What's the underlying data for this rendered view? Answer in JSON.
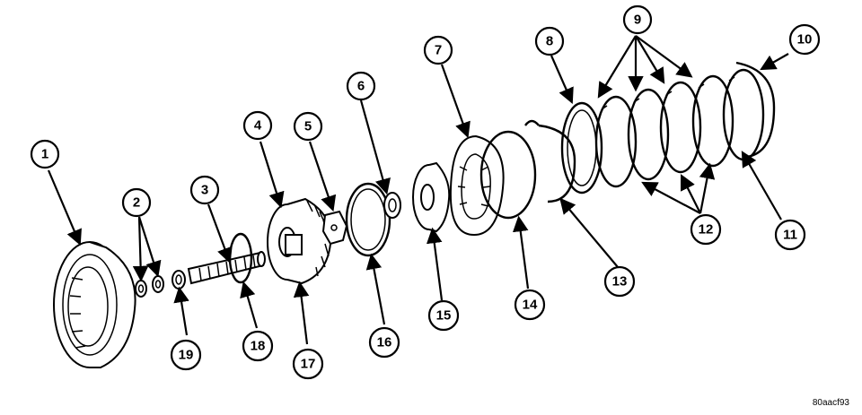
{
  "figure": {
    "reference_code": "80aacf93"
  },
  "callouts": [
    {
      "id": "c1",
      "label": "1"
    },
    {
      "id": "c2",
      "label": "2"
    },
    {
      "id": "c3",
      "label": "3"
    },
    {
      "id": "c4",
      "label": "4"
    },
    {
      "id": "c5",
      "label": "5"
    },
    {
      "id": "c6",
      "label": "6"
    },
    {
      "id": "c7",
      "label": "7"
    },
    {
      "id": "c8",
      "label": "8"
    },
    {
      "id": "c9",
      "label": "9"
    },
    {
      "id": "c10",
      "label": "10"
    },
    {
      "id": "c11",
      "label": "11"
    },
    {
      "id": "c12",
      "label": "12"
    },
    {
      "id": "c13",
      "label": "13"
    },
    {
      "id": "c14",
      "label": "14"
    },
    {
      "id": "c15",
      "label": "15"
    },
    {
      "id": "c16",
      "label": "16"
    },
    {
      "id": "c17",
      "label": "17"
    },
    {
      "id": "c18",
      "label": "18"
    },
    {
      "id": "c19",
      "label": "19"
    }
  ]
}
